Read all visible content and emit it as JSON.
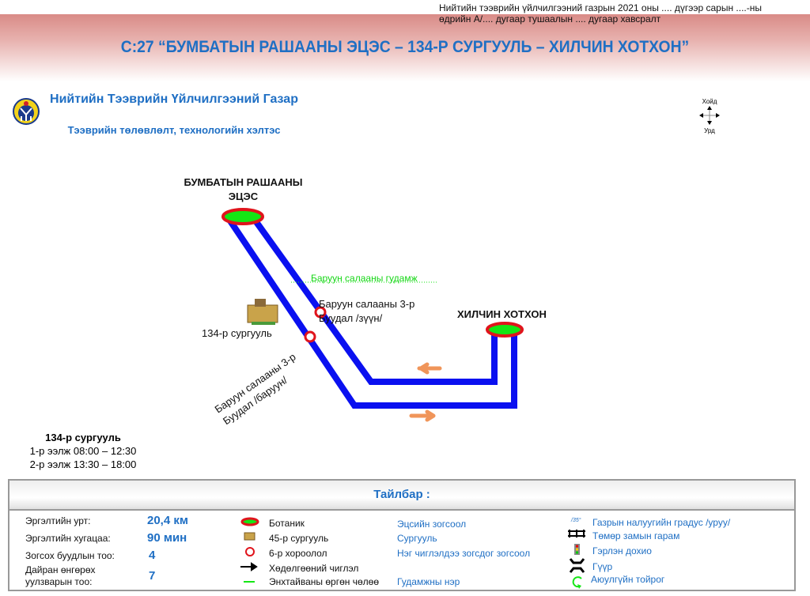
{
  "header": {
    "note_line1": "Нийтийн тээврийн үйлчилгээний газрын 2021 оны .... дүгээр  сарын ....-ны",
    "note_line2": "өдрийн А/.... дугаар тушаалын .... дугаар хавсралт",
    "title": "С:27 “БУМБАТЫН РАШААНЫ ЭЦЭС – 134-Р СУРГУУЛЬ – ХИЛЧИН ХОТХОН”"
  },
  "org": {
    "name": "Нийтийн Тээврийн Үйлчилгээний Газар",
    "dept": "Тээврийн төлөвлөлт, технологийн хэлтэс"
  },
  "compass": {
    "north": "Хойд",
    "south": "Урд"
  },
  "map": {
    "terminal_start": "БУМБАТЫН РАШААНЫ ЭЦЭС",
    "terminal_end": "ХИЛЧИН ХОТХОН",
    "street": "Баруун салааны гудамж",
    "stop_east": "Баруун салааны 3-р Буудал /зүүн/",
    "stop_west": "Баруун салааны 3-р Буудал /баруун/",
    "school": "134-р сургууль",
    "colors": {
      "route": "#0a10f0",
      "stop": "#e0141c",
      "terminal_fill": "#14e614",
      "arrow": "#f0955a"
    }
  },
  "schedule": {
    "title": "134-р сургууль",
    "shift1": "1-р ээлж 08:00 – 12:30",
    "shift2": "2-р ээлж 13:30 – 18:00"
  },
  "legend": {
    "title": "Тайлбар :",
    "stats": [
      {
        "label": "Эргэлтийн урт:",
        "value": "20,4 км"
      },
      {
        "label": "Эргэлтийн хугацаа:",
        "value": "90 мин"
      },
      {
        "label": "Зогсох буудлын тоо:",
        "value": "4"
      },
      {
        "label": "Дайран өнгөрөх уулзварын тоо:",
        "value": "7"
      }
    ],
    "symbols": [
      "Ботаник",
      "45-р сургууль",
      "6-р хороолол",
      "Хөдөлгөөний чиглэл",
      "Энхтайваны өргөн чөлөө"
    ],
    "meanings": [
      "Эцсийн зогсоол",
      "Сургууль",
      "Нэг чиглэлдээ зогсдог зогсоол",
      "Гудамжны нэр"
    ],
    "extra_symbol": "/35°",
    "extras": [
      "Газрын налуугийн градус /уруу/",
      "Төмөр замын гарам",
      "Гэрлэн дохио",
      "Гүүр",
      "Аюулгүйн тойрог"
    ]
  }
}
